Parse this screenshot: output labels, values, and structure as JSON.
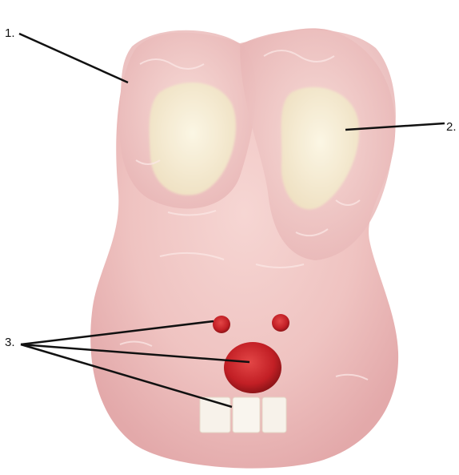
{
  "labels": {
    "one": "1.",
    "two": "2.",
    "three": "3."
  },
  "colors": {
    "background": "#ffffff",
    "body_pink": "#f1c8c6",
    "fat_cream": "#f4ecd2",
    "red_nodule": "#c8242a",
    "tooth_white": "#f7f2ea",
    "leader_line": "#111111"
  },
  "object_parts": [
    "torso-body",
    "upper-lobe-left",
    "upper-lobe-right",
    "fatty-region-left",
    "fatty-region-right",
    "small-red-nodule-left",
    "small-red-nodule-right",
    "large-red-nodule",
    "white-blocks"
  ]
}
